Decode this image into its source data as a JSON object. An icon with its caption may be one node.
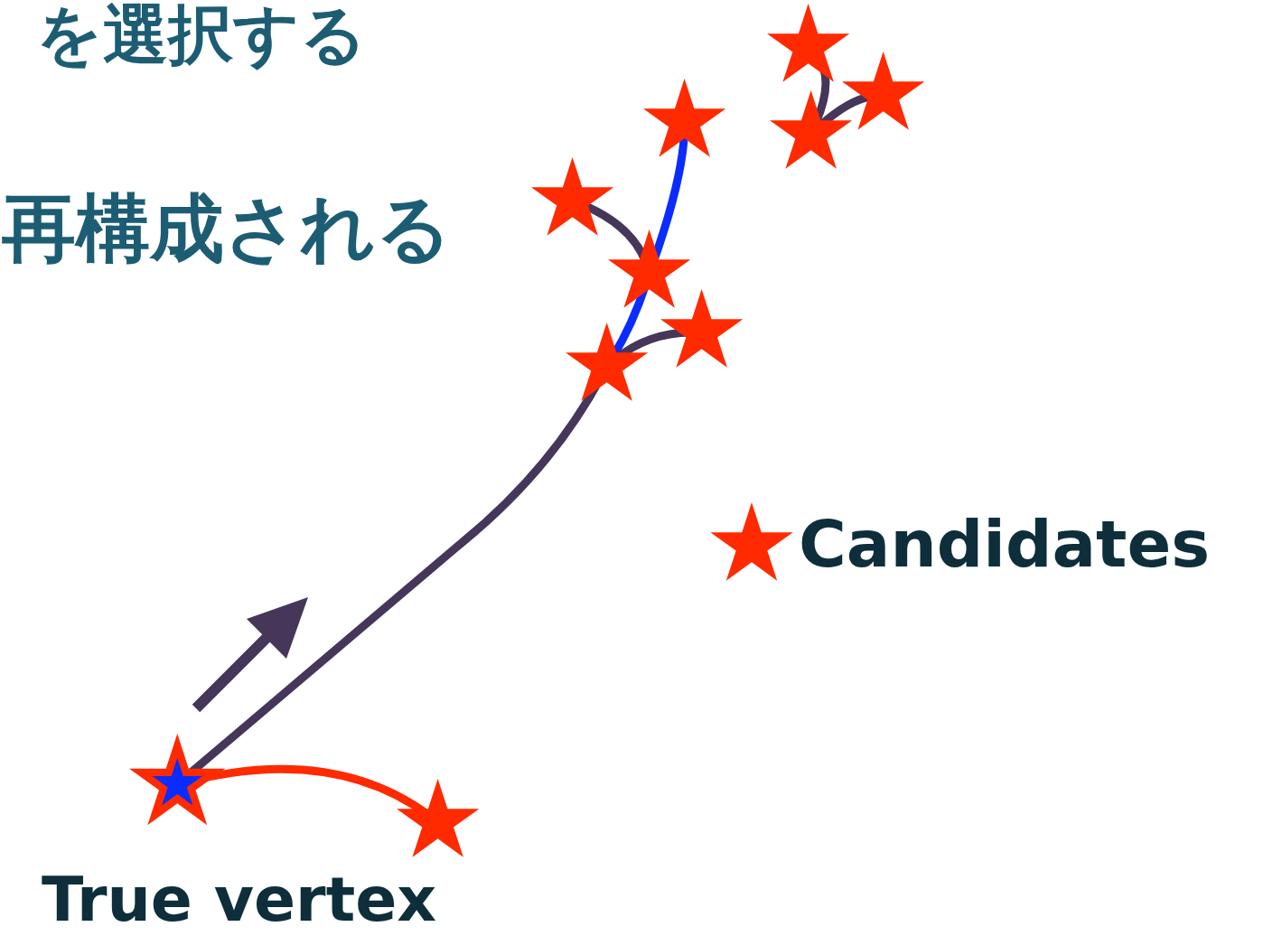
{
  "diagram": {
    "nodes": [
      {
        "text": [],
        "shape": "star",
        "beside": [
          "True vertex"
        ]
      },
      {
        "text": [],
        "shape": "star"
      },
      {
        "text": [],
        "shape": "star"
      },
      {
        "text": [],
        "shape": "star"
      },
      {
        "text": [],
        "shape": "star"
      },
      {
        "text": [],
        "shape": "star"
      },
      {
        "text": [],
        "shape": "star"
      },
      {
        "text": [],
        "shape": "star"
      },
      {
        "text": [],
        "shape": "star"
      },
      {
        "text": [],
        "shape": "star"
      }
    ],
    "edges": [
      {
        "from": 0,
        "to": 1,
        "arrow": "none",
        "color": "#ff2a00"
      },
      {
        "from": 0,
        "to": 2,
        "arrow": "none"
      },
      {
        "from": 2,
        "to": 4,
        "arrow": "none",
        "color": "#0a2cff"
      },
      {
        "from": 4,
        "to": 6,
        "arrow": "none",
        "color": "#0a2cff"
      },
      {
        "from": 2,
        "to": 3,
        "arrow": "none"
      },
      {
        "from": 5,
        "to": 4,
        "arrow": "none"
      },
      {
        "from": 7,
        "to": 8,
        "arrow": "none"
      },
      {
        "from": 8,
        "to": 9,
        "arrow": "none"
      }
    ],
    "labels": [
      "を選択する",
      "再構成される"
    ],
    "legend": [
      {
        "text": "Candidates"
      }
    ]
  }
}
